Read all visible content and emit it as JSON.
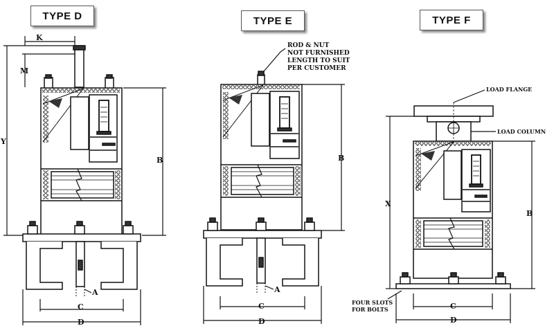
{
  "titles": {
    "type_d": "TYPE D",
    "type_e": "TYPE E",
    "type_f": "TYPE F"
  },
  "dimensions": {
    "k": "K",
    "m": "M",
    "y": "Y",
    "b": "B",
    "a": "A",
    "c": "C",
    "d": "D",
    "x": "X"
  },
  "notes": {
    "rod_nut": [
      "ROD & NUT",
      "NOT FURNISHED",
      "LENGTH TO SUIT",
      "PER CUSTOMER"
    ],
    "load_flange": "LOAD FLANGE",
    "load_column": "LOAD COLUMN",
    "slots": [
      "FOUR SLOTS",
      "FOR BOLTS"
    ]
  }
}
